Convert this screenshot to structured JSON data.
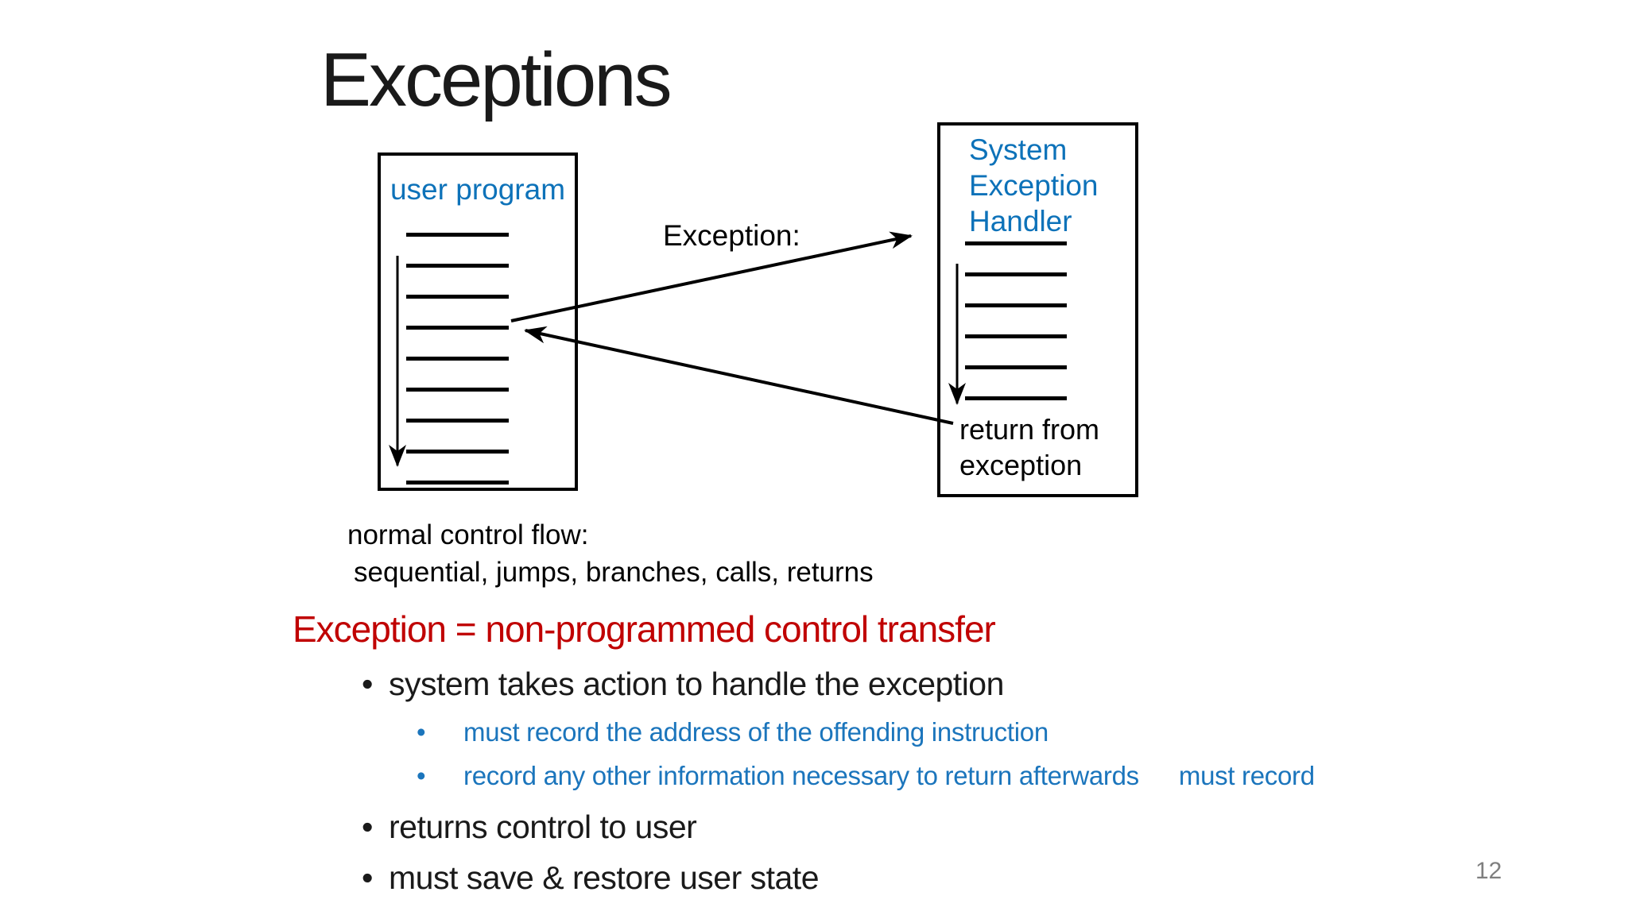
{
  "slide": {
    "title": "Exceptions",
    "page_number": "12",
    "colors": {
      "background": "#ffffff",
      "diagram_blue": "#0d72b9",
      "bullet_blue": "#1b75bc",
      "heading_red": "#c00000",
      "text_black": "#000000",
      "page_number_gray": "#7f7f7f"
    }
  },
  "diagram": {
    "user_box": {
      "label": "user program",
      "code_line_count": 9
    },
    "handler_box": {
      "label": "System Exception Handler",
      "label_lines": [
        "System",
        "Exception",
        "Handler"
      ],
      "code_line_count": 6,
      "return_label_lines": [
        "return from",
        "exception"
      ]
    },
    "exception_arrow_label": "Exception:",
    "caption": {
      "line1": "normal control flow:",
      "line2": "sequential, jumps, branches, calls, returns"
    }
  },
  "content": {
    "heading": "Exception = non-programmed control transfer",
    "bullets": [
      {
        "text": "system takes action to handle the exception",
        "sub_bullets": [
          {
            "text": "must record the address of the offending instruction",
            "note": ""
          },
          {
            "text": "record any other information necessary to return afterwards",
            "note": "must record"
          }
        ]
      },
      {
        "text": "returns control to user"
      },
      {
        "text": "must save & restore user state"
      }
    ]
  }
}
